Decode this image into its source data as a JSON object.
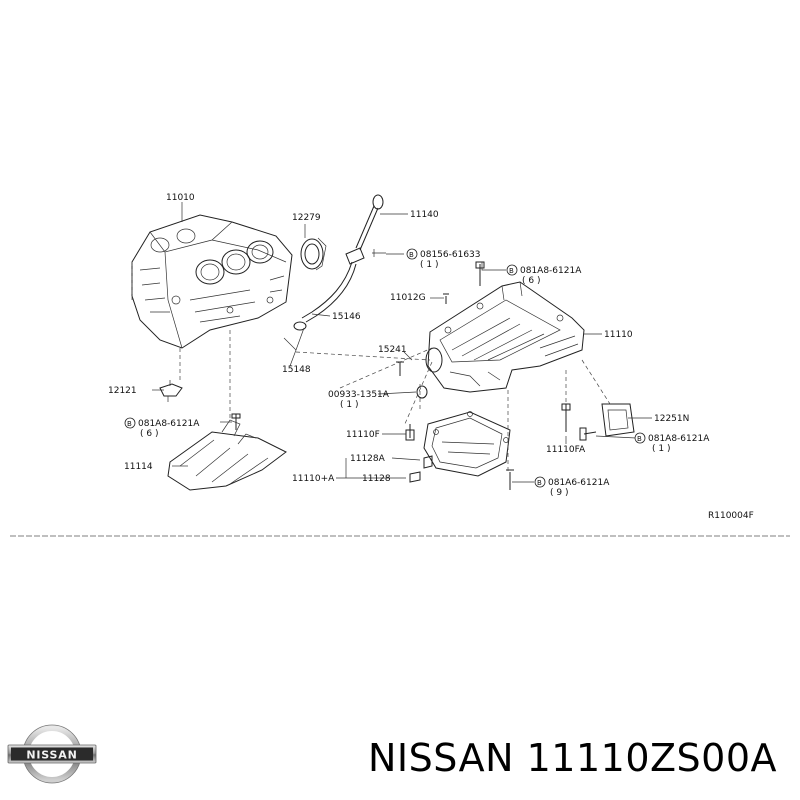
{
  "diagram": {
    "labels": {
      "l11010": "11010",
      "l12279": "12279",
      "l11140": "11140",
      "l08156": "08156-61633",
      "l08156q": "( 1 )",
      "l081a8_top": "081A8-6121A",
      "l081a8_top_q": "( 6 )",
      "l11012g": "11012G",
      "l15146": "15146",
      "l15148": "15148",
      "l15241": "15241",
      "l11110": "11110",
      "l12121": "12121",
      "l00933": "00933-1351A",
      "l00933q": "( 1 )",
      "l081a8_left": "081A8-6121A",
      "l081a8_left_q": "( 6 )",
      "l11110f": "11110F",
      "l11114": "11114",
      "l11128a": "11128A",
      "l11110plus": "11110+A",
      "l11128": "11128",
      "l12251n": "12251N",
      "l11110fa": "11110FA",
      "l081a8_right": "081A8-6121A",
      "l081a8_right_q": "( 1 )",
      "l081a6": "081A6-6121A",
      "l081a6_q": "( 9 )",
      "ref": "R110004F",
      "circle_b": "B"
    }
  },
  "logo": {
    "text": "NISSAN"
  },
  "caption": {
    "brand": "NISSAN",
    "part_number": "11110ZS00A"
  }
}
